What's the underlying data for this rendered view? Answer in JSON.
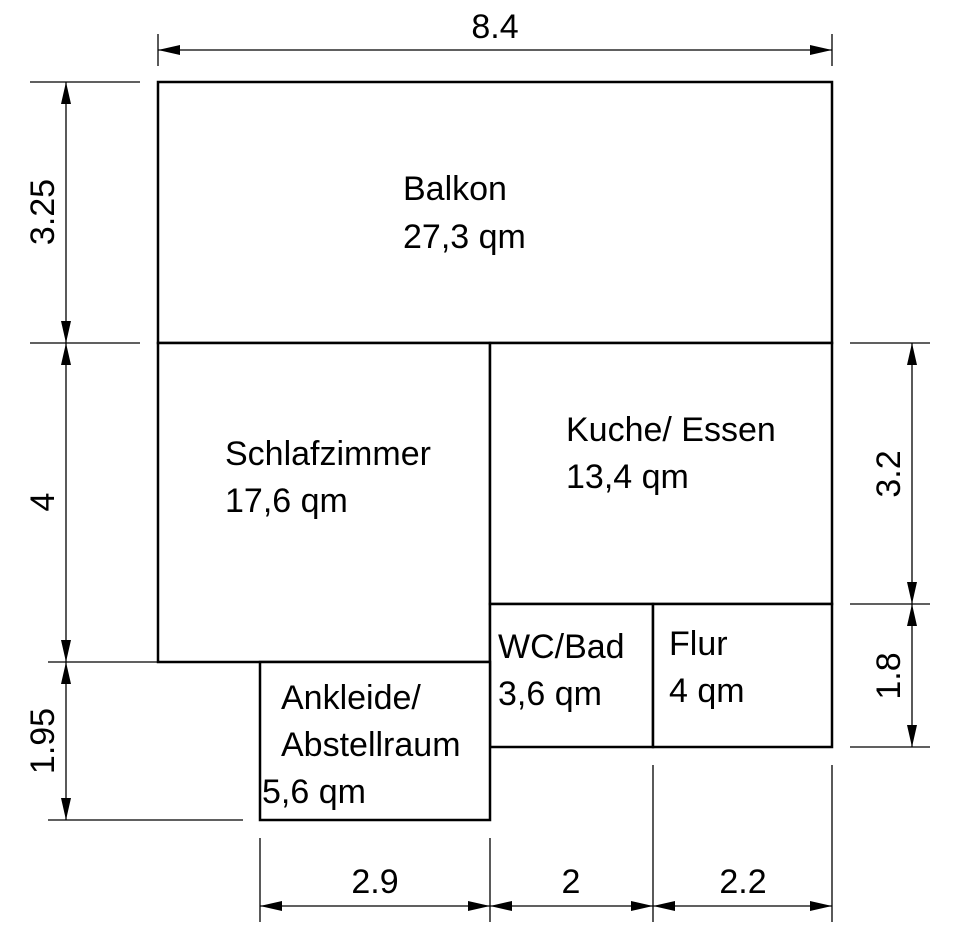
{
  "rooms": {
    "balkon": {
      "name": "Balkon",
      "area": "27,3 qm"
    },
    "schlafzimmer": {
      "name": "Schlafzimmer",
      "area": "17,6 qm"
    },
    "kueche": {
      "name": "Kuche/ Essen",
      "area": "13,4 qm"
    },
    "wc": {
      "name": "WC/Bad",
      "area": "3,6 qm"
    },
    "flur": {
      "name": "Flur",
      "area": "4 qm"
    },
    "ankleide": {
      "name1": "Ankleide/",
      "name2": "Abstellraum",
      "area": "5,6 qm"
    }
  },
  "dimensions": {
    "top": "8.4",
    "left": [
      "3.25",
      "4",
      "1.95"
    ],
    "right": [
      "3.2",
      "1.8"
    ],
    "bottom": [
      "2.9",
      "2",
      "2.2"
    ]
  }
}
